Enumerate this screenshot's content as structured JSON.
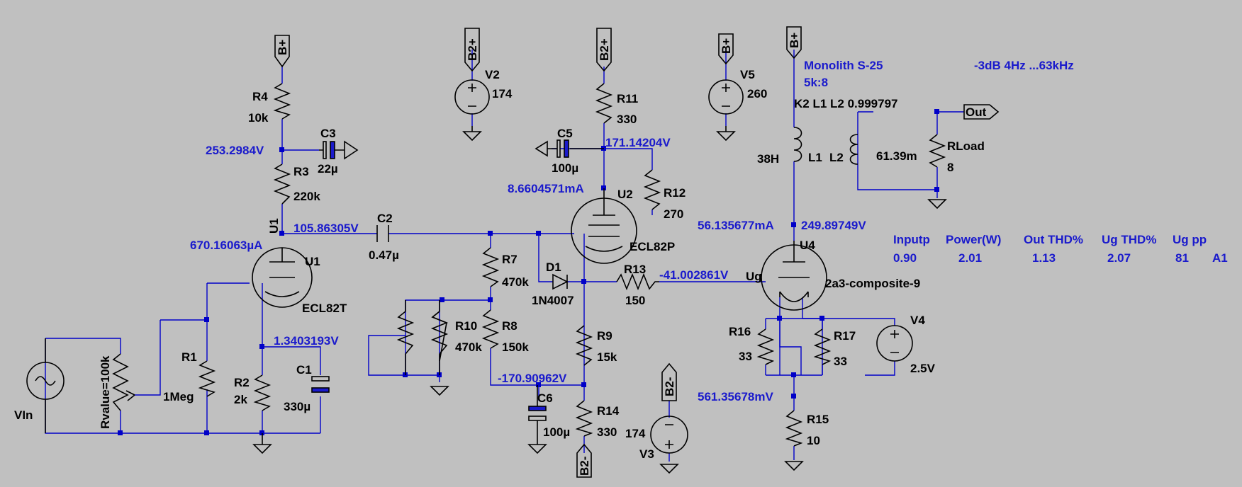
{
  "components": {
    "R1": {
      "name": "R1",
      "value": "1Meg"
    },
    "R2": {
      "name": "R2",
      "value": "2k"
    },
    "R3": {
      "name": "R3",
      "value": "220k"
    },
    "R4": {
      "name": "R4",
      "value": "10k"
    },
    "R7": {
      "name": "R7",
      "value": "470k"
    },
    "R8": {
      "name": "R8",
      "value": "150k"
    },
    "R9": {
      "name": "R9",
      "value": "15k"
    },
    "R10": {
      "name": "R10",
      "value": "470k"
    },
    "R11": {
      "name": "R11",
      "value": "330"
    },
    "R12": {
      "name": "R12",
      "value": "270"
    },
    "R13": {
      "name": "R13",
      "value": "150"
    },
    "R14": {
      "name": "R14",
      "value": "330"
    },
    "R15": {
      "name": "R15",
      "value": "10"
    },
    "R16": {
      "name": "R16",
      "value": "33"
    },
    "R17": {
      "name": "R17",
      "value": "33"
    },
    "RLoad": {
      "name": "RLoad",
      "value": "8"
    },
    "C1": {
      "name": "C1",
      "value": "330µ"
    },
    "C2": {
      "name": "C2",
      "value": "0.47µ"
    },
    "C3": {
      "name": "C3",
      "value": "22µ"
    },
    "C5": {
      "name": "C5",
      "value": "100µ"
    },
    "C6": {
      "name": "C6",
      "value": "100µ"
    },
    "D1": {
      "name": "D1",
      "value": "1N4007"
    },
    "L1": {
      "name": "L1",
      "value": "38H"
    },
    "L2": {
      "name": "L2",
      "value": "61.39m"
    },
    "V2": {
      "name": "V2",
      "value": "174"
    },
    "V3": {
      "name": "V3",
      "value": "174"
    },
    "V4": {
      "name": "V4",
      "value": "2.5V"
    },
    "V5": {
      "name": "V5",
      "value": "260"
    },
    "VIn": {
      "name": "VIn"
    },
    "pot": {
      "value": "Rvalue=100k"
    },
    "U1": {
      "name": "U1",
      "model": "ECL82T",
      "label": "U1"
    },
    "U2": {
      "name": "U2",
      "model": "ECL82P"
    },
    "U4": {
      "name": "U4",
      "model": "2a3-composite-9"
    }
  },
  "rails": {
    "bplus": "B+",
    "b2plus": "B2+",
    "b2minus": "B2-",
    "out": "Out",
    "ug": "Ug"
  },
  "directives": {
    "k_statement": "K2 L1 L2 0.999797",
    "transformer_name": "Monolith S-25",
    "transformer_ratio": "5k:8",
    "bandwidth": "-3dB  4Hz ...63kHz"
  },
  "op_labels": {
    "v_253": "253.2984V",
    "v_105": "105.86305V",
    "i_670": "670.16063µA",
    "v_1340": "1.3403193V",
    "v_171": "171.14204V",
    "i_866": "8.6604571mA",
    "v_neg41": "-41.002861V",
    "v_neg170": "-170.90962V",
    "i_56": "56.135677mA",
    "v_249": "249.89749V",
    "v_561": "561.35678mV"
  },
  "results_table": {
    "headers": [
      "Inputp",
      "Power(W)",
      "Out THD%",
      "Ug THD%",
      "Ug pp"
    ],
    "values": [
      "0.90",
      "2.01",
      "1.13",
      "2.07",
      "81"
    ],
    "cell_ref": "A1"
  },
  "colors": {
    "background": "#c0c0c0",
    "wire": "#0000c8",
    "annotation": "#1a1acc",
    "component": "#000000"
  }
}
